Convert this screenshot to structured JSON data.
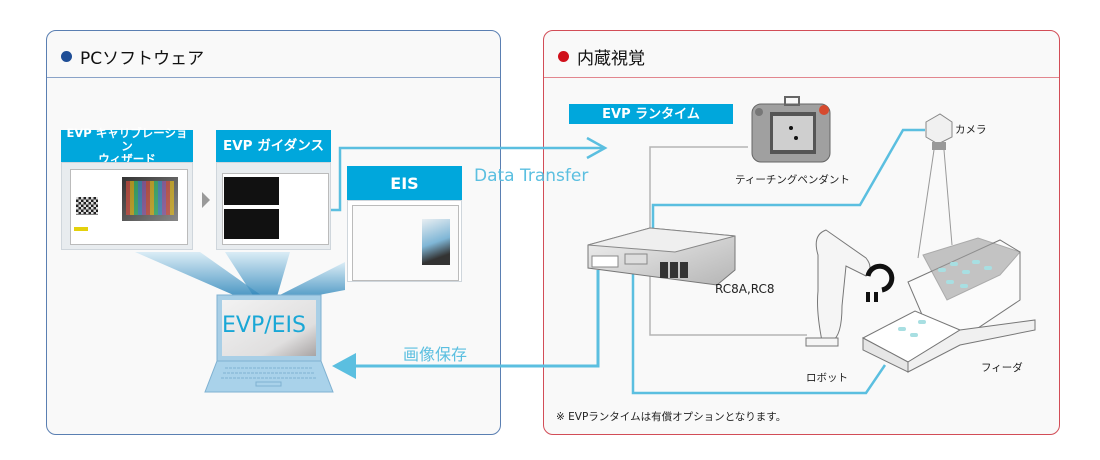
{
  "panels": {
    "pc": {
      "title": "PCソフトウェア",
      "dot_color": "#1f4e96"
    },
    "builtin": {
      "title": "内蔵視覚",
      "dot_color": "#d0101b"
    }
  },
  "pc_software": {
    "calibration_wizard": "EVP キャリブレーション\nウィザード",
    "guidance": "EVP ガイダンス",
    "eis": "EIS",
    "laptop_label": "EVP/EIS"
  },
  "flows": {
    "data_transfer": "Data Transfer",
    "image_save": "画像保存"
  },
  "builtin_vision": {
    "runtime": "EVP ランタイム",
    "teaching_pendant": "ティーチングペンダント",
    "camera": "カメラ",
    "controller": "RC8A,RC8",
    "robot": "ロボット",
    "feeder": "フィーダ",
    "note": "※ EVPランタイムは有償オプションとなります。"
  },
  "colors": {
    "accent_cyan": "#00a7dc",
    "flow_line": "#5bbfe0",
    "pc_border": "#5a7fb2",
    "builtin_border": "#d24d57"
  }
}
